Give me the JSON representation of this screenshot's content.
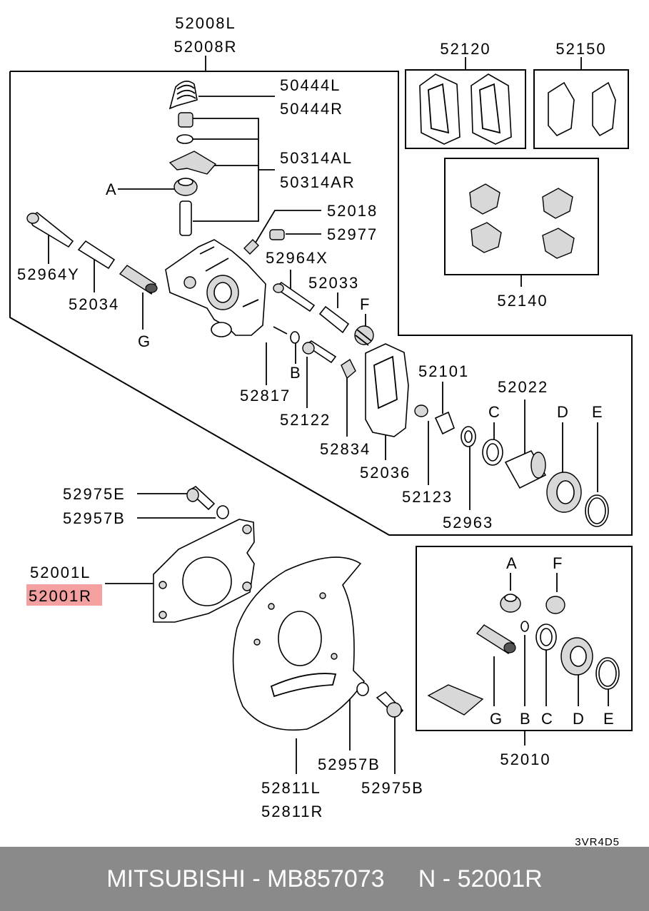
{
  "labels": {
    "l52008L": "52008L",
    "l52008R": "52008R",
    "l50444L": "50444L",
    "l50444R": "50444R",
    "l50314AL": "50314AL",
    "l50314AR": "50314AR",
    "lA1": "A",
    "l52018": "52018",
    "l52977": "52977",
    "l52964X": "52964X",
    "l52964Y": "52964Y",
    "l52034": "52034",
    "lG1": "G",
    "l52033": "52033",
    "lF1": "F",
    "l52817": "52817",
    "lB1": "B",
    "l52122": "52122",
    "l52834": "52834",
    "l52036": "52036",
    "l52101": "52101",
    "l52123": "52123",
    "l52963": "52963",
    "l52022": "52022",
    "lC1": "C",
    "lD1": "D",
    "lE1": "E",
    "l52120": "52120",
    "l52150": "52150",
    "l52140": "52140",
    "l52975E": "52975E",
    "l52957B1": "52957B",
    "l52001L": "52001L",
    "l52001R": "52001R",
    "l52957B2": "52957B",
    "l52975B": "52975B",
    "l52811L": "52811L",
    "l52811R": "52811R",
    "lA2": "A",
    "lF2": "F",
    "lG2": "G",
    "lB2": "B",
    "lC2": "C",
    "lD2": "D",
    "lE2": "E",
    "l52010": "52010",
    "code": "3VR4D5"
  },
  "highlight_color": "#f4a0a0",
  "footer": {
    "brand": "MITSUBISHI",
    "separator1": " - ",
    "part_number": "MB857073",
    "gap": "     ",
    "prefix": "N",
    "separator2": " - ",
    "ref": "52001R"
  }
}
